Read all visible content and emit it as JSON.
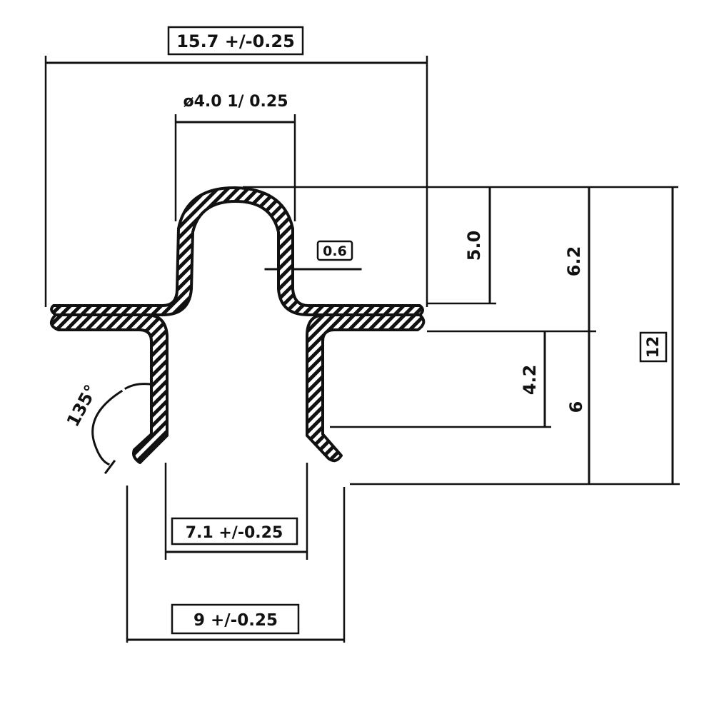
{
  "drawing": {
    "type": "sheet-metal profile cross-section",
    "hatch_color": "#111111",
    "line_color": "#111111",
    "background": "#ffffff"
  },
  "dimensions": {
    "overall_width": "15.7 +/-0.25",
    "slot_diameter": "ø4.0 1/ 0.25",
    "thickness": "0.6",
    "upper_height": "5.0",
    "top_to_flange": "6.2",
    "total_height": "12",
    "lower_leg_height": "4.2",
    "lower_height": "6",
    "angle": "135°",
    "inner_opening": "7.1 +/-0.25",
    "outer_opening": "9 +/-0.25"
  }
}
